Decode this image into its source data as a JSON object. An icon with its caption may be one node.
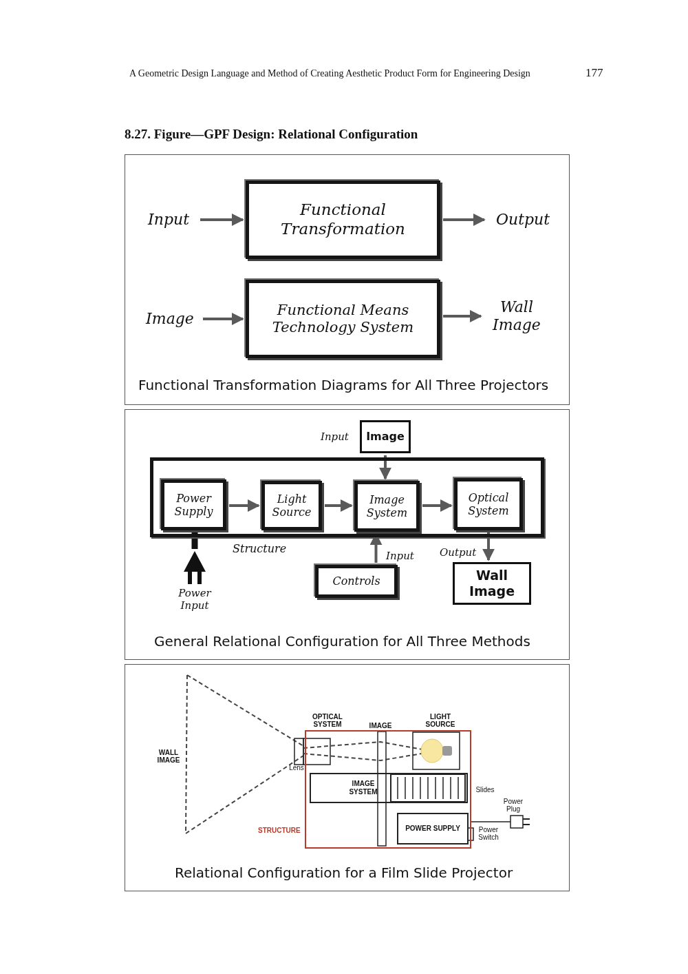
{
  "diagram": {
    "title": "8.27. Figure—GPF Design: Relational Configuration",
    "nodes": [
      {
        "text": [
          "Input"
        ]
      },
      {
        "text": [
          "Functional Transformation"
        ]
      },
      {
        "text": [
          "Output"
        ]
      },
      {
        "text": [
          "Image"
        ]
      },
      {
        "text": [
          "Functional Means Technology System"
        ]
      },
      {
        "text": [
          "Wall Image"
        ]
      },
      {
        "text": [
          "Structure"
        ]
      },
      {
        "text": [
          "Power Supply"
        ],
        "in": 6
      },
      {
        "text": [
          "Light Source"
        ],
        "in": 6
      },
      {
        "text": [
          "Image System"
        ],
        "in": 6
      },
      {
        "text": [
          "Optical System"
        ],
        "in": 6
      },
      {
        "text": [
          "Image"
        ],
        "beside": [
          "Input"
        ]
      },
      {
        "text": [
          "Controls"
        ],
        "beside": [
          "Input"
        ]
      },
      {
        "text": [
          "Wall Image"
        ],
        "beside": [
          "Output"
        ]
      },
      {
        "text": [
          "Power Input"
        ]
      },
      {
        "text": [
          "STRUCTURE"
        ]
      },
      {
        "text": [
          "IMAGE SYSTEM"
        ],
        "in": 15
      },
      {
        "text": [
          "POWER SUPPLY"
        ],
        "in": 15
      }
    ],
    "edges": [
      {
        "from": 0,
        "to": 1,
        "arrow": "to"
      },
      {
        "from": 1,
        "to": 2,
        "arrow": "to"
      },
      {
        "from": 3,
        "to": 4,
        "arrow": "to"
      },
      {
        "from": 4,
        "to": 5,
        "arrow": "to"
      },
      {
        "from": 7,
        "to": 8,
        "arrow": "to"
      },
      {
        "from": 8,
        "to": 9,
        "arrow": "to"
      },
      {
        "from": 9,
        "to": 10,
        "arrow": "to"
      },
      {
        "from": 11,
        "to": 9,
        "arrow": "to"
      },
      {
        "from": 12,
        "to": 9,
        "arrow": "to"
      },
      {
        "from": 10,
        "to": 13,
        "arrow": "to"
      },
      {
        "from": 14,
        "to": 7,
        "arrow": "none",
        "style": "thick",
        "color": "#111111"
      }
    ],
    "labels": [
      "A Geometric Design Language and Method of Creating Aesthetic Product Form for Engineering Design",
      "177",
      "Functional Transformation Diagrams for All Three Projectors",
      "General Relational Configuration for All Three Methods",
      "Relational Configuration for a Film Slide Projector",
      "OPTICAL SYSTEM",
      "IMAGE",
      "LIGHT SOURCE",
      "WALL IMAGE",
      "Lens",
      "Slides",
      "Power Plug",
      "Power Switch"
    ]
  }
}
